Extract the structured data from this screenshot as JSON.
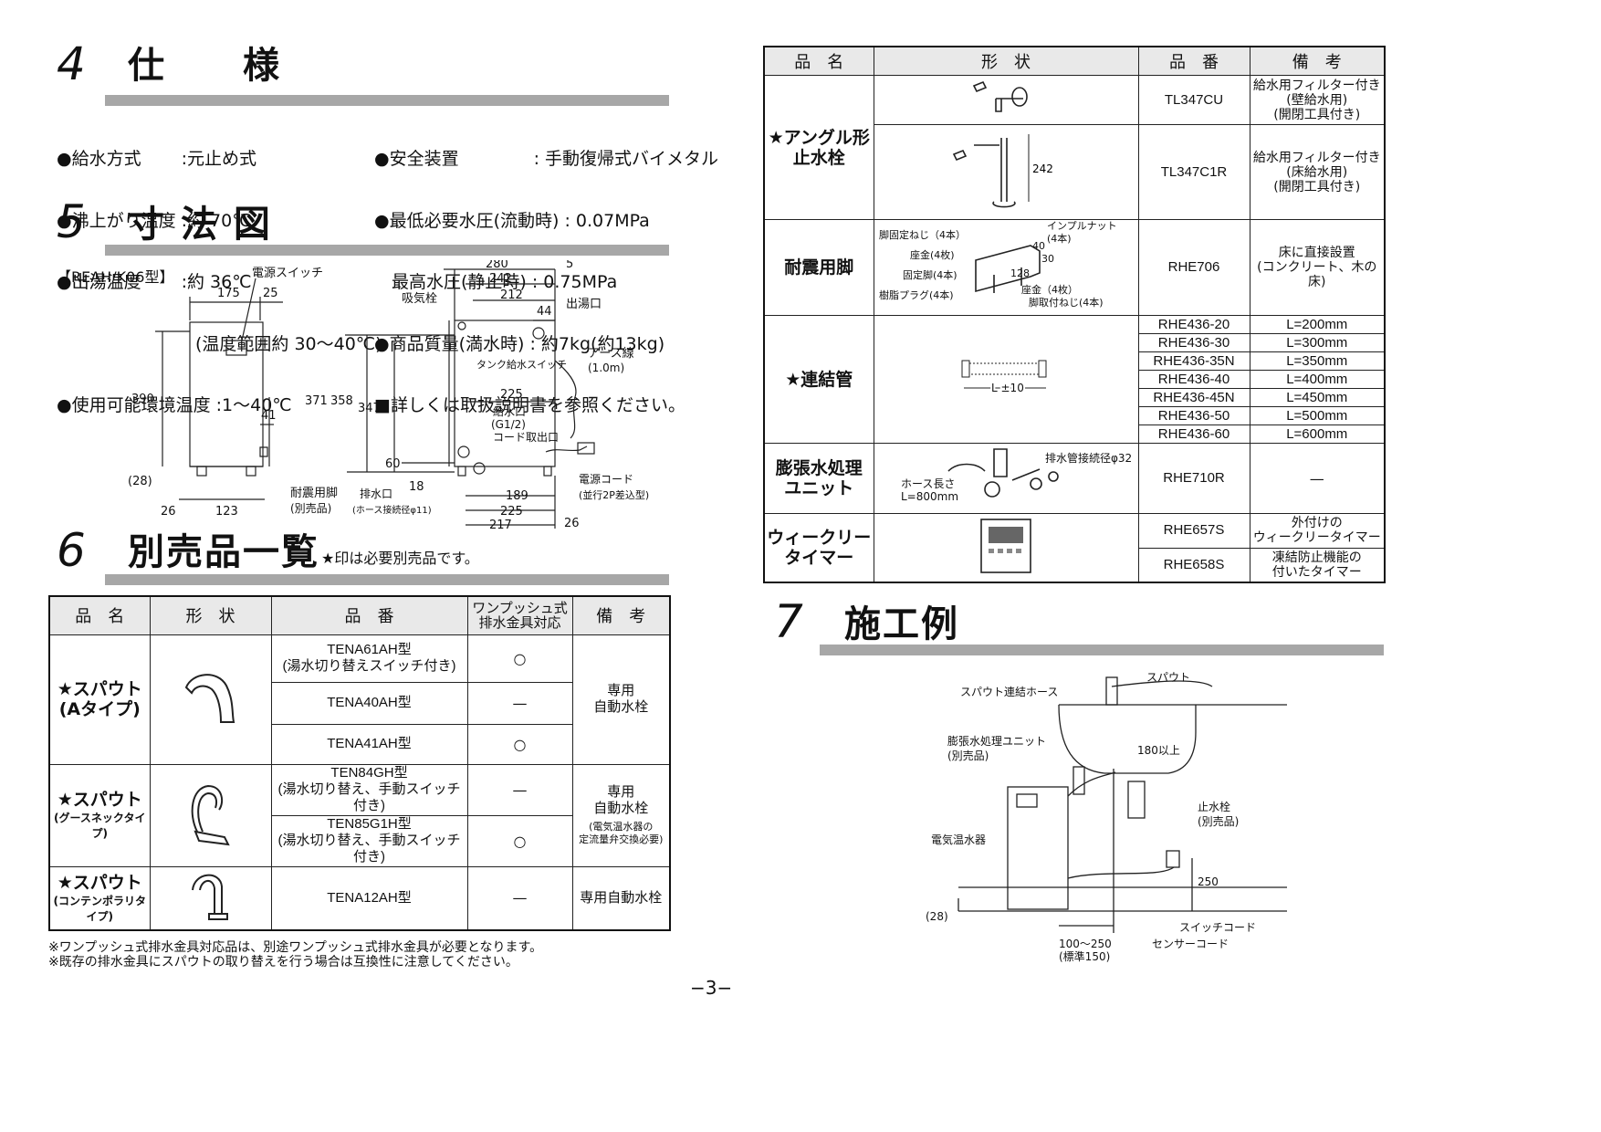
{
  "sec4": {
    "num": "4",
    "title": "仕　　様"
  },
  "specs_left": [
    "●給水方式　　 :元止め式",
    "●沸上がり温度 :約 70℃",
    "●出湯温度　　 :約 36℃",
    "　　　　　　　　(温度範囲約 30～40℃)",
    "●使用可能環境温度 :1～40℃"
  ],
  "specs_right": [
    "●安全装置　　　　 : 手動復帰式バイメタル",
    "●最低必要水圧(流動時) : 0.07MPa",
    "　最高水圧(静止時) : 0.75MPa",
    "●商品質量(満水時) : 約7kg(約13kg)",
    "■詳しくは取扱説明書を参照ください。"
  ],
  "sec5": {
    "num": "5",
    "title": "寸 法 図"
  },
  "model_label": "【REAH/K06型】",
  "dims": {
    "power_switch": "電源スイッチ",
    "d175": "175",
    "d25": "25",
    "d390": "390",
    "d41": "41",
    "d28": "(28)",
    "d26": "26",
    "d123": "123",
    "seismic_leg": "耐震用脚",
    "sold_sep": "(別売品)",
    "d280": "280",
    "d5": "5",
    "d242": "242",
    "d212": "212",
    "air_valve": "吸気栓",
    "outlet": "出湯口",
    "d44": "44",
    "tank_switch": "タンク給水スイッチ",
    "earth": "アース線",
    "earth_len": "(1.0m)",
    "d371": "371",
    "d358": "358",
    "d347": "347",
    "d225": "225",
    "inlet": "給水口",
    "g12": "(G1/2)",
    "cord_outlet": "コード取出口",
    "d60": "60",
    "d18": "18",
    "d189": "189",
    "d225b": "225",
    "d217": "217",
    "d26b": "26",
    "drain": "排水口",
    "hose_dia": "(ホース接続径φ11)",
    "power_cord": "電源コード",
    "plug": "(並行2P差込型)"
  },
  "sec6": {
    "num": "6",
    "title": "別売品一覧",
    "note": "★印は必要別売品です。"
  },
  "t1": {
    "headers": [
      "品　名",
      "形　状",
      "品　番",
      "ワンプッシュ式\n排水金具対応",
      "備　考"
    ],
    "g1_name": "★スパウト\n(Aタイプ)",
    "g1_rows": [
      {
        "pn": "TENA61AH型\n(湯水切り替えスイッチ付き)",
        "op": "○"
      },
      {
        "pn": "TENA40AH型",
        "op": "—"
      },
      {
        "pn": "TENA41AH型",
        "op": "○"
      }
    ],
    "g1_note": "専用\n自動水栓",
    "g2_name": "★スパウト",
    "g2_sub": "(グースネックタイプ)",
    "g2_rows": [
      {
        "pn": "TEN84GH型\n(湯水切り替え、手動スイッチ付き)",
        "op": "—"
      },
      {
        "pn": "TEN85G1H型\n(湯水切り替え、手動スイッチ付き)",
        "op": "○"
      }
    ],
    "g2_note": "専用\n自動水栓",
    "g2_note2": "(電気温水器の\n定流量弁交換必要)",
    "g3_name": "★スパウト",
    "g3_sub": "(コンテンポラリタイプ)",
    "g3_pn": "TENA12AH型",
    "g3_op": "—",
    "g3_note": "専用自動水栓"
  },
  "footnotes": [
    "※ワンプッシュ式排水金具対応品は、別途ワンプッシュ式排水金具が必要となります。",
    "※既存の排水金具にスパウトの取り替えを行う場合は互換性に注意してください。"
  ],
  "page_no": "−3−",
  "t2": {
    "headers": [
      "品　名",
      "形　状",
      "品　番",
      "備　考"
    ],
    "angle_name": "★アングル形\n止水栓",
    "angle_rows": [
      {
        "pn": "TL347CU",
        "note": "給水用フィルター付き\n(壁給水用)\n(開閉工具付き)"
      },
      {
        "pn": "TL347C1R",
        "note": "給水用フィルター付き\n(床給水用)\n(開閉工具付き)",
        "dim": "242"
      }
    ],
    "leg_name": "耐震用脚",
    "leg_pn": "RHE706",
    "leg_note": "床に直接設置\n(コンクリート、木の床)",
    "leg_labels": {
      "a": "脚固定ねじ（4本）",
      "b": "座金(4枚)",
      "c": "固定脚(4本)",
      "d": "樹脂プラグ(4本)",
      "e": "インプルナット",
      "f": "(4本)",
      "g": "40",
      "h": "30",
      "i": "128",
      "j": "座金（4枚）",
      "k": "脚取付ねじ(4本)"
    },
    "pipe_name": "★連結管",
    "pipe_label": "L ±10",
    "pipe_rows": [
      {
        "pn": "RHE436-20",
        "note": "L=200mm"
      },
      {
        "pn": "RHE436-30",
        "note": "L=300mm"
      },
      {
        "pn": "RHE436-35N",
        "note": "L=350mm"
      },
      {
        "pn": "RHE436-40",
        "note": "L=400mm"
      },
      {
        "pn": "RHE436-45N",
        "note": "L=450mm"
      },
      {
        "pn": "RHE436-50",
        "note": "L=500mm"
      },
      {
        "pn": "RHE436-60",
        "note": "L=600mm"
      }
    ],
    "exp_name": "膨張水処理\nユニット",
    "exp_pn": "RHE710R",
    "exp_note": "—",
    "exp_labels": {
      "a": "排水管接続径φ32",
      "b": "ホース長さ",
      "c": "L=800mm"
    },
    "timer_name": "ウィークリー\nタイマー",
    "timer_rows": [
      {
        "pn": "RHE657S",
        "note": "外付けの\nウィークリータイマー"
      },
      {
        "pn": "RHE658S",
        "note": "凍結防止機能の\n付いたタイマー"
      }
    ]
  },
  "sec7": {
    "num": "7",
    "title": "施工例"
  },
  "install": {
    "spout": "スパウト",
    "spout_hose": "スパウト連結ホース",
    "exp_unit": "膨張水処理ユニット",
    "sold_sep": "(別売品)",
    "d180": "180以上",
    "stop_valve": "止水栓",
    "stop_sep": "(別売品)",
    "heater": "電気温水器",
    "d250": "250",
    "d28": "(28)",
    "switch_cord": "スイッチコード",
    "sensor_cord": "センサーコード",
    "d100": "100～250",
    "std": "(標準150)"
  }
}
